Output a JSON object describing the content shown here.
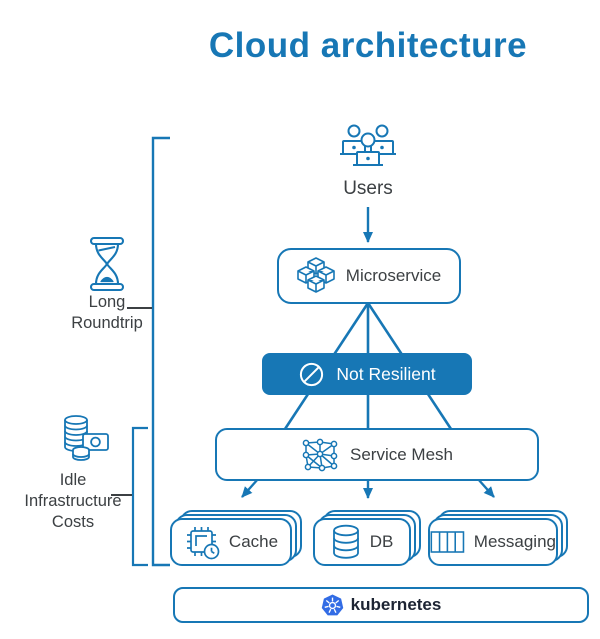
{
  "title": "Cloud architecture",
  "colors": {
    "accent": "#1777B5",
    "kubernetes_blue": "#326CE5",
    "text": "#3C4043"
  },
  "diagram": {
    "users_label": "Users",
    "microservice_label": "Microservice",
    "not_resilient_label": "Not Resilient",
    "service_mesh_label": "Service Mesh",
    "cache_label": "Cache",
    "db_label": "DB",
    "messaging_label": "Messaging",
    "kubernetes_label": "kubernetes"
  },
  "annotations": {
    "long_roundtrip_line1": "Long",
    "long_roundtrip_line2": "Roundtrip",
    "idle_line1": "Idle",
    "idle_line2": "Infrastructure",
    "idle_line3": "Costs"
  }
}
